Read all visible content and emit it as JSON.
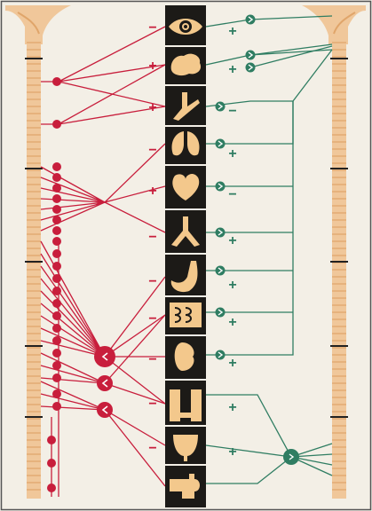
{
  "colors": {
    "sympathetic": "#c81e3c",
    "parasympathetic": "#2f7d62",
    "spine": "#f0c79a",
    "spine_dark": "#e0a56a",
    "organ_panel": "#1c1a17",
    "organ_fill": "#f3c88c",
    "background": "#f3efe6",
    "frame": "#555555"
  },
  "organs": [
    {
      "id": "eye",
      "icon": "eye-icon",
      "sympathetic_effect": "−",
      "parasympathetic_effect": "+"
    },
    {
      "id": "glands",
      "icon": "gland-icon",
      "sympathetic_effect": "+",
      "parasympathetic_effect": "+"
    },
    {
      "id": "bronchi",
      "icon": "bronchi-icon",
      "sympathetic_effect": "+",
      "parasympathetic_effect": "−"
    },
    {
      "id": "lungs",
      "icon": "lungs-icon",
      "sympathetic_effect": "−",
      "parasympathetic_effect": "+"
    },
    {
      "id": "heart",
      "icon": "heart-icon",
      "sympathetic_effect": "+",
      "parasympathetic_effect": "−"
    },
    {
      "id": "airways",
      "icon": "airways-icon",
      "sympathetic_effect": "−",
      "parasympathetic_effect": "+"
    },
    {
      "id": "stomach",
      "icon": "stomach-icon",
      "sympathetic_effect": "−",
      "parasympathetic_effect": "+"
    },
    {
      "id": "intestine",
      "icon": "intestine-icon",
      "sympathetic_effect": "−",
      "parasympathetic_effect": "+"
    },
    {
      "id": "kidney",
      "icon": "kidney-icon",
      "sympathetic_effect": "−",
      "parasympathetic_effect": "+"
    },
    {
      "id": "colon",
      "icon": "colon-icon",
      "sympathetic_effect": "−",
      "parasympathetic_effect": "+"
    },
    {
      "id": "bladder",
      "icon": "bladder-icon",
      "sympathetic_effect": "−",
      "parasympathetic_effect": "+"
    },
    {
      "id": "genitals",
      "icon": "genitals-icon",
      "sympathetic_effect": "",
      "parasympathetic_effect": ""
    }
  ]
}
